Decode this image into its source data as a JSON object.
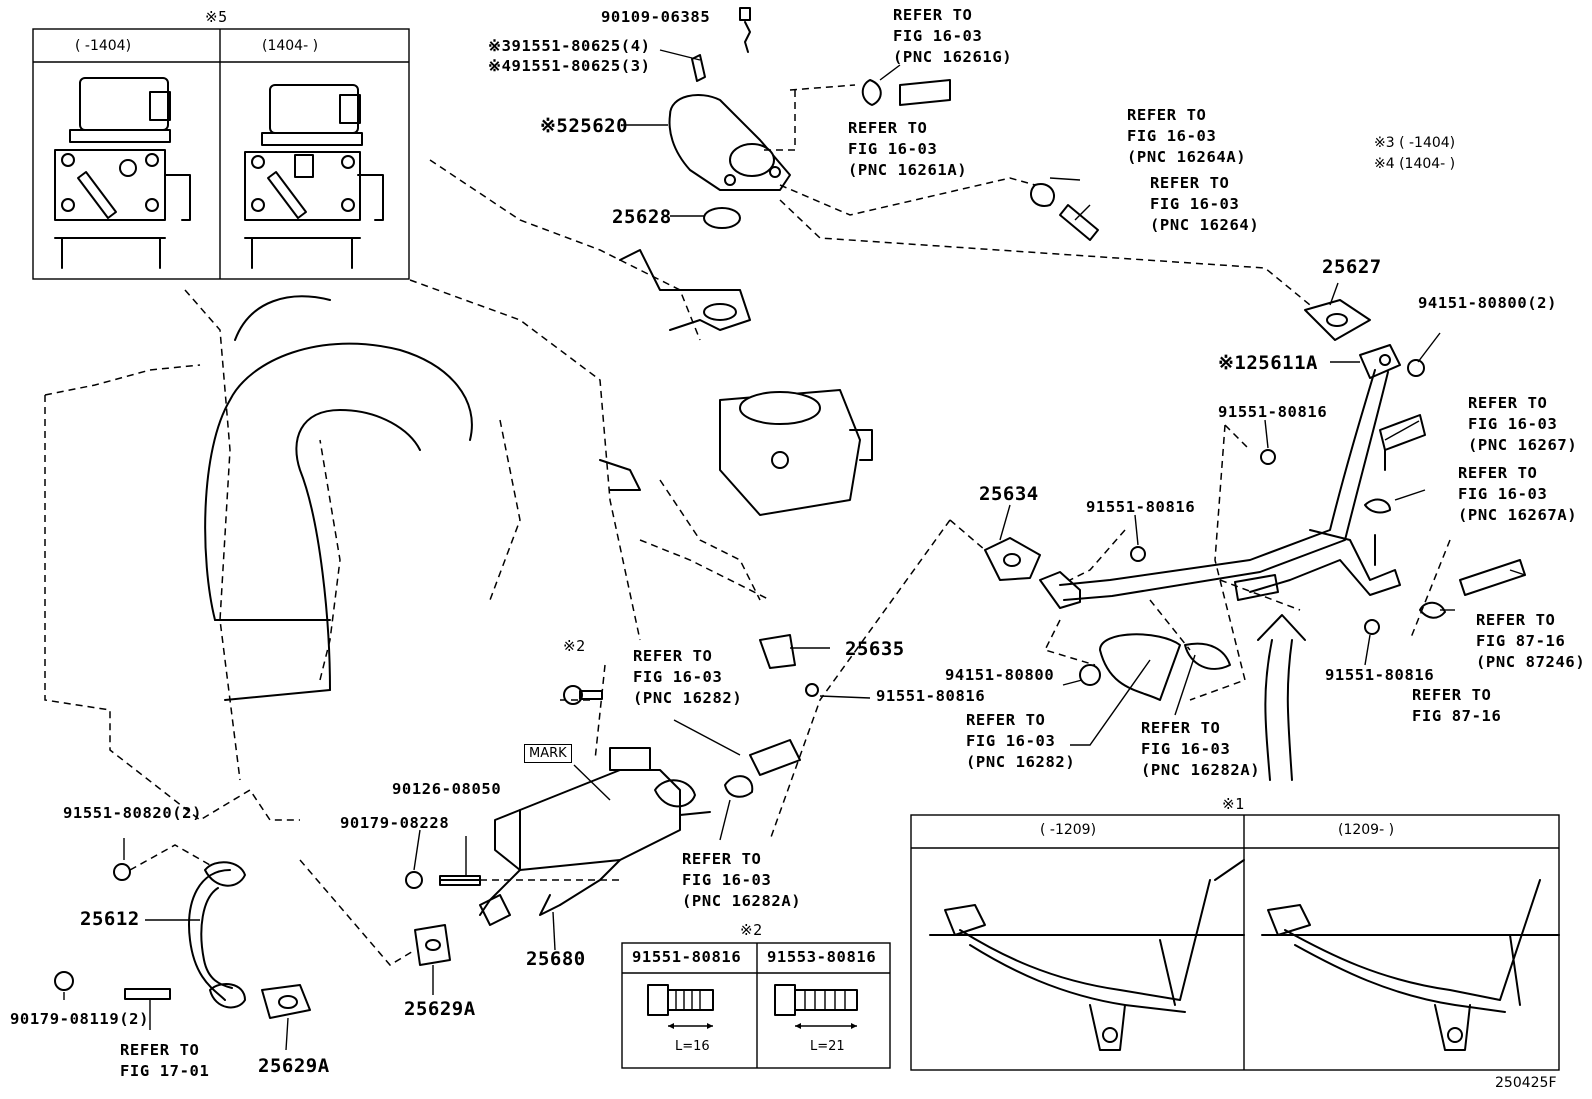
{
  "footer": {
    "figure_code": "250425F"
  },
  "inset5": {
    "title": "※5",
    "left_range": "(     -1404)",
    "right_range": "(1404-     )"
  },
  "inset1": {
    "title": "※1",
    "left_range": "(     -1209)",
    "right_range": "(1209-     )"
  },
  "inset2": {
    "title": "※2",
    "columns": [
      {
        "part": "91551-80816",
        "length": "L=16"
      },
      {
        "part": "91553-80816",
        "length": "L=21"
      }
    ]
  },
  "notes": {
    "n3": "※3 (     -1404)",
    "n4": "※4 (1404-     )"
  },
  "mark_label": "MARK",
  "parts": {
    "p90109_06385": "90109-06385",
    "p91551_80625_3": "※391551-80625(4)",
    "p91551_80625_4": "※491551-80625(3)",
    "p25620": "※525620",
    "p25628": "25628",
    "p25627": "25627",
    "p94151_80800_2": "94151-80800(2)",
    "p25611A": "※125611A",
    "p91551_80816_a": "91551-80816",
    "p25634": "25634",
    "p91551_80816_b": "91551-80816",
    "p91551_80816_c": "91551-80816",
    "p25635": "25635",
    "p91551_80816_d": "91551-80816",
    "p94151_80800": "94151-80800",
    "p_note2": "※2",
    "p90126_08050": "90126-08050",
    "p90179_08228": "90179-08228",
    "p91551_80820_2": "91551-80820(2)",
    "p25612": "25612",
    "p90179_08119_2": "90179-08119(2)",
    "p25629A_a": "25629A",
    "p25629A_b": "25629A",
    "p25680": "25680"
  },
  "refers": {
    "r16261G": "REFER TO\nFIG 16-03\n(PNC 16261G)",
    "r16261A": "REFER TO\nFIG 16-03\n(PNC 16261A)",
    "r16264A": "REFER TO\nFIG 16-03\n(PNC 16264A)",
    "r16264": "REFER TO\nFIG 16-03\n(PNC 16264)",
    "r16267": "REFER TO\nFIG 16-03\n(PNC 16267)",
    "r16267A": "REFER TO\nFIG 16-03\n(PNC 16267A)",
    "r87246": "REFER TO\nFIG 87-16\n(PNC 87246)",
    "r8716": "REFER TO\nFIG 87-16",
    "r16282_top": "REFER TO\nFIG 16-03\n(PNC 16282)",
    "r16282_mid": "REFER TO\nFIG 16-03\n(PNC 16282)",
    "r16282A_right": "REFER TO\nFIG 16-03\n(PNC 16282A)",
    "r16282A_low": "REFER TO\nFIG 16-03\n(PNC 16282A)",
    "r1701": "REFER TO\nFIG 17-01"
  }
}
